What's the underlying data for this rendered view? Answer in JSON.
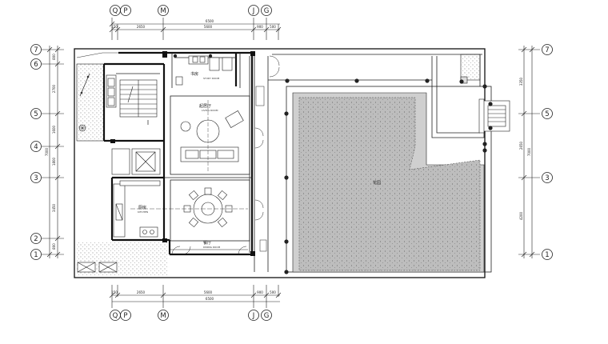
{
  "grid": {
    "top": [
      "Q",
      "P",
      "M",
      "J",
      "G"
    ],
    "bottom": [
      "Q",
      "P",
      "M",
      "J",
      "G"
    ],
    "left": [
      "7",
      "6",
      "5",
      "4",
      "3",
      "2",
      "1"
    ],
    "right": [
      "7",
      "5",
      "3",
      "1"
    ]
  },
  "dims": {
    "top_segments": [
      "150",
      "2650",
      "5600",
      "900",
      "500"
    ],
    "top_total": "6500",
    "bottom_segments": [
      "150",
      "2650",
      "5600",
      "900",
      "500"
    ],
    "bottom_total": "6500",
    "left_segments": [
      "800",
      "2700",
      "1600",
      "1800",
      "3450",
      "800"
    ],
    "left_total": "7000",
    "right_segments": [
      "3350",
      "2650",
      "4200"
    ],
    "right_total": "7000"
  },
  "rooms": {
    "study": "书房",
    "study_sub": "STUDY ROOM",
    "living": "起居厅",
    "living_sub": "LIVING ROOM",
    "kitchen": "厨房",
    "kitchen_sub": "KITCHEN",
    "dining": "餐厅",
    "dining_sub": "DINING ROOM",
    "garden": "花园"
  }
}
